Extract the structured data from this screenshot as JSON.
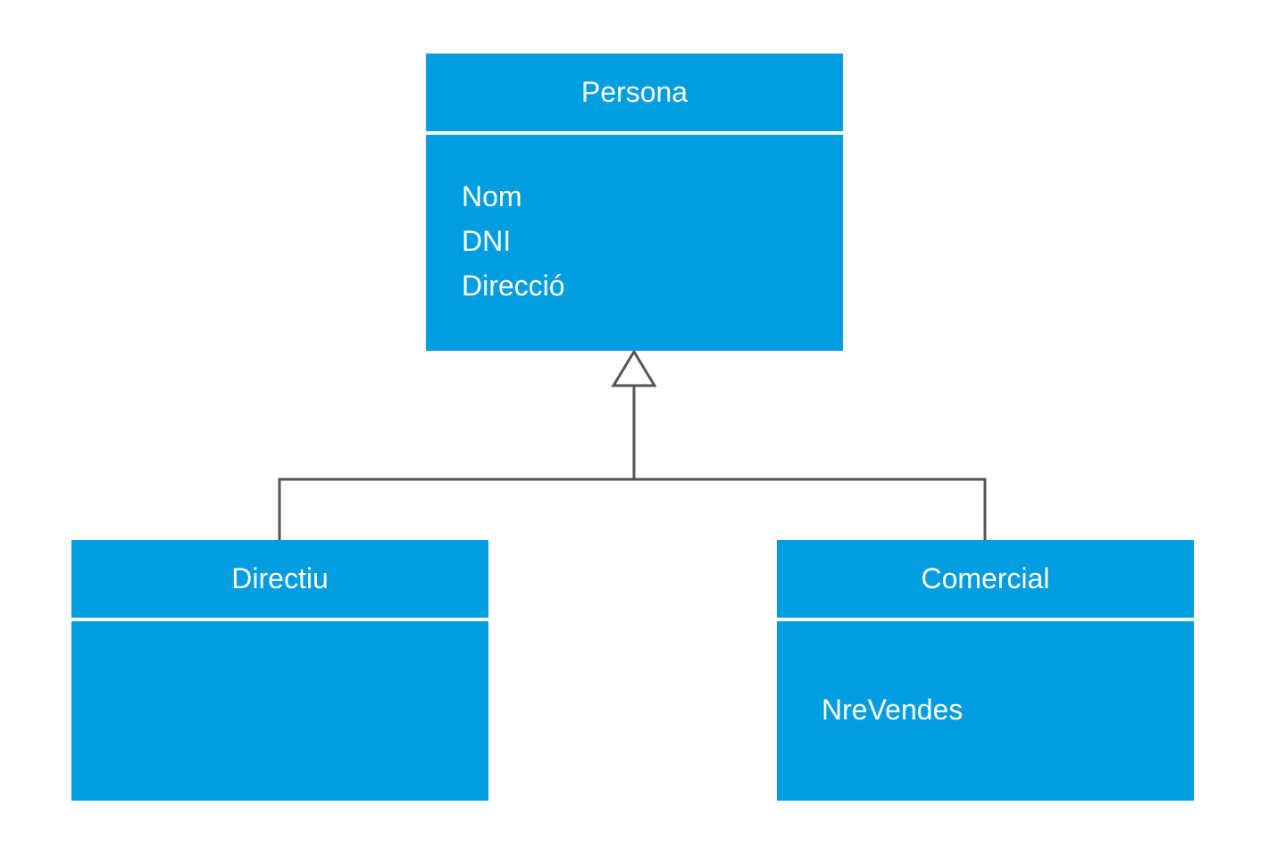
{
  "classes": {
    "persona": {
      "name": "Persona",
      "attributes": [
        "Nom",
        "DNI",
        "Direcció"
      ]
    },
    "directiu": {
      "name": "Directiu",
      "attributes": []
    },
    "comercial": {
      "name": "Comercial",
      "attributes": [
        "NreVendes"
      ]
    }
  },
  "colors": {
    "class_fill": "#009ee0",
    "text": "#ffffff",
    "connector": "#555555"
  },
  "relations": [
    {
      "type": "generalization",
      "from": "directiu",
      "to": "persona"
    },
    {
      "type": "generalization",
      "from": "comercial",
      "to": "persona"
    }
  ]
}
